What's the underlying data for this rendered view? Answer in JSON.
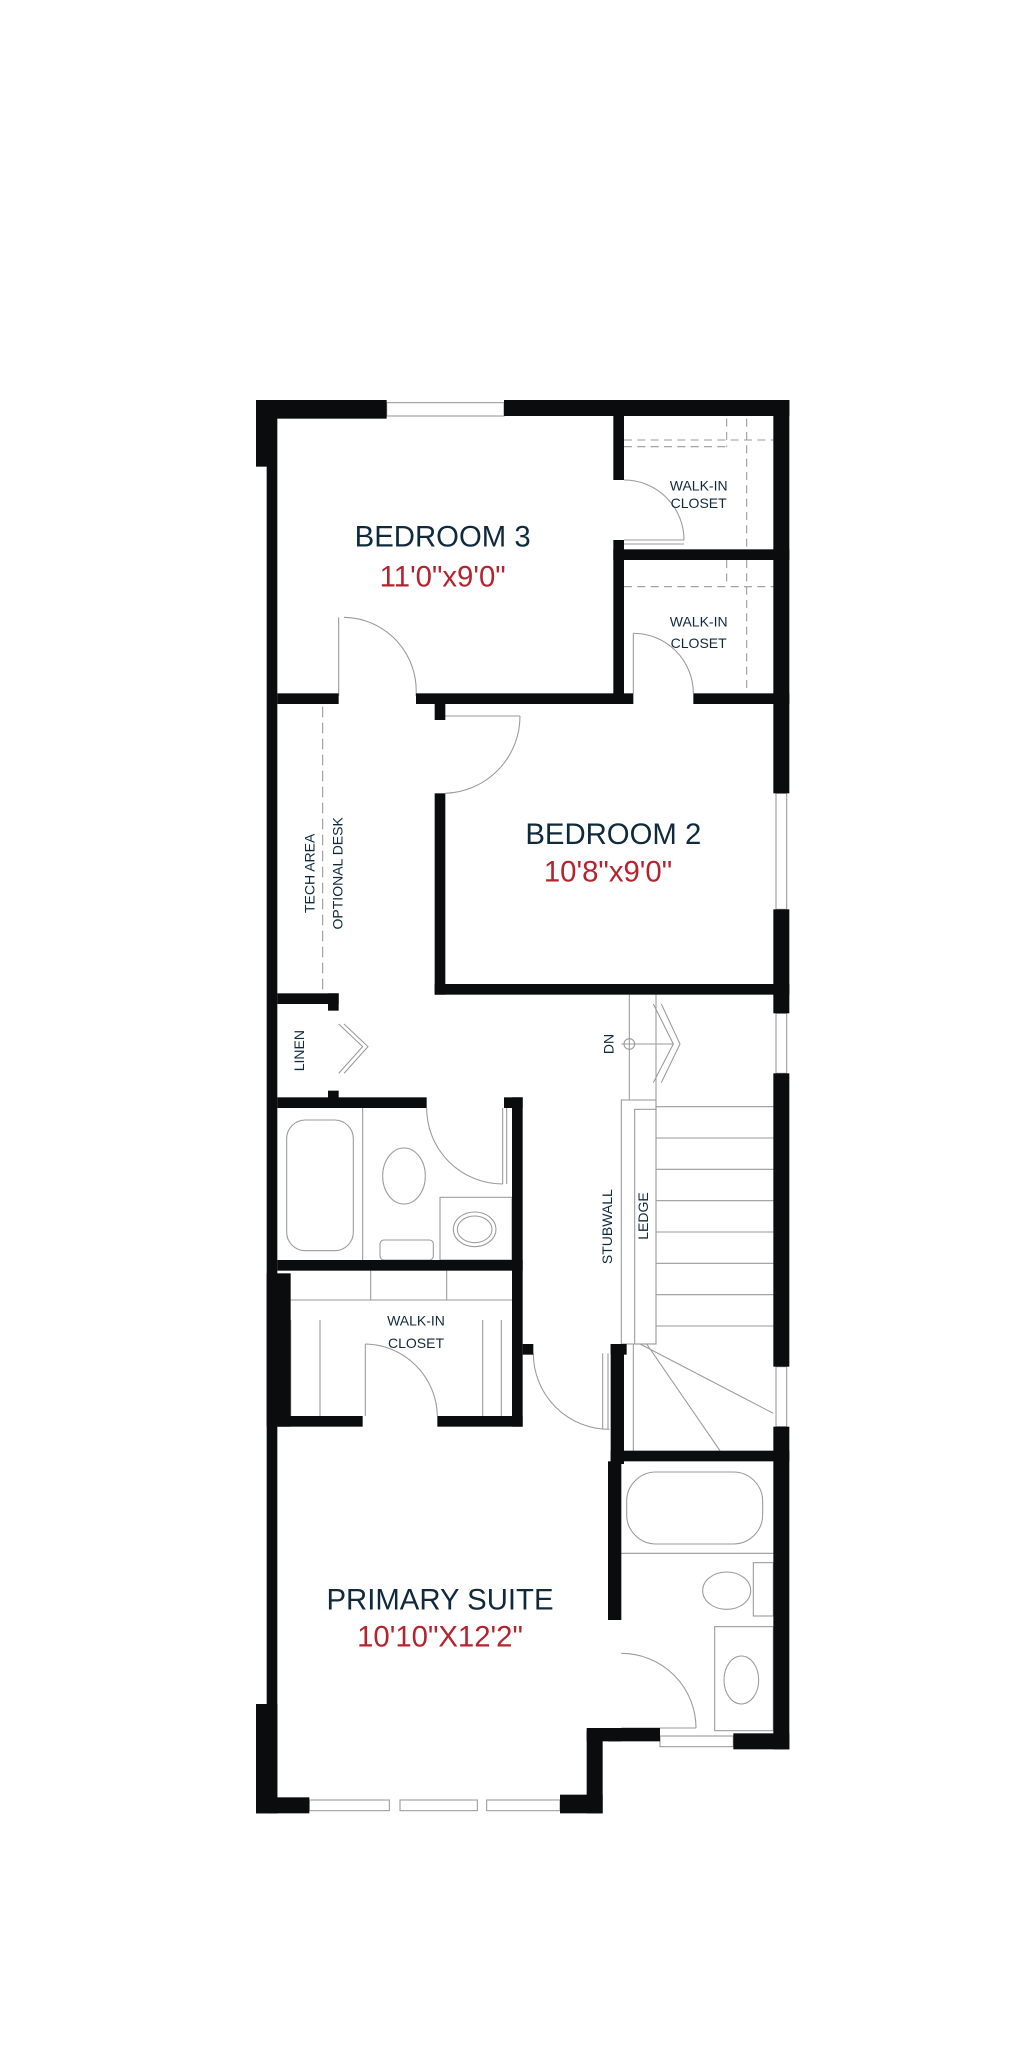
{
  "floor_plan": {
    "rooms": {
      "bedroom3": {
        "name": "BEDROOM 3",
        "size": "11'0\"x9'0\""
      },
      "bedroom2": {
        "name": "BEDROOM 2",
        "size": "10'8\"x9'0\""
      },
      "primary": {
        "name": "PRIMARY SUITE",
        "size": "10'10\"X12'2\""
      }
    },
    "labels": {
      "wic1_a": "WALK-IN",
      "wic1_b": "CLOSET",
      "wic2_a": "WALK-IN",
      "wic2_b": "CLOSET",
      "wic3_a": "WALK-IN",
      "wic3_b": "CLOSET",
      "tech_a": "TECH AREA",
      "tech_b": "OPTIONAL DESK",
      "linen": "LINEN",
      "dn": "DN",
      "stubwall": "STUBWALL",
      "ledge": "LEDGE"
    },
    "colors": {
      "wall": "#0b0c0e",
      "room_name": "#0f2a3d",
      "room_size": "#b5232e"
    }
  }
}
